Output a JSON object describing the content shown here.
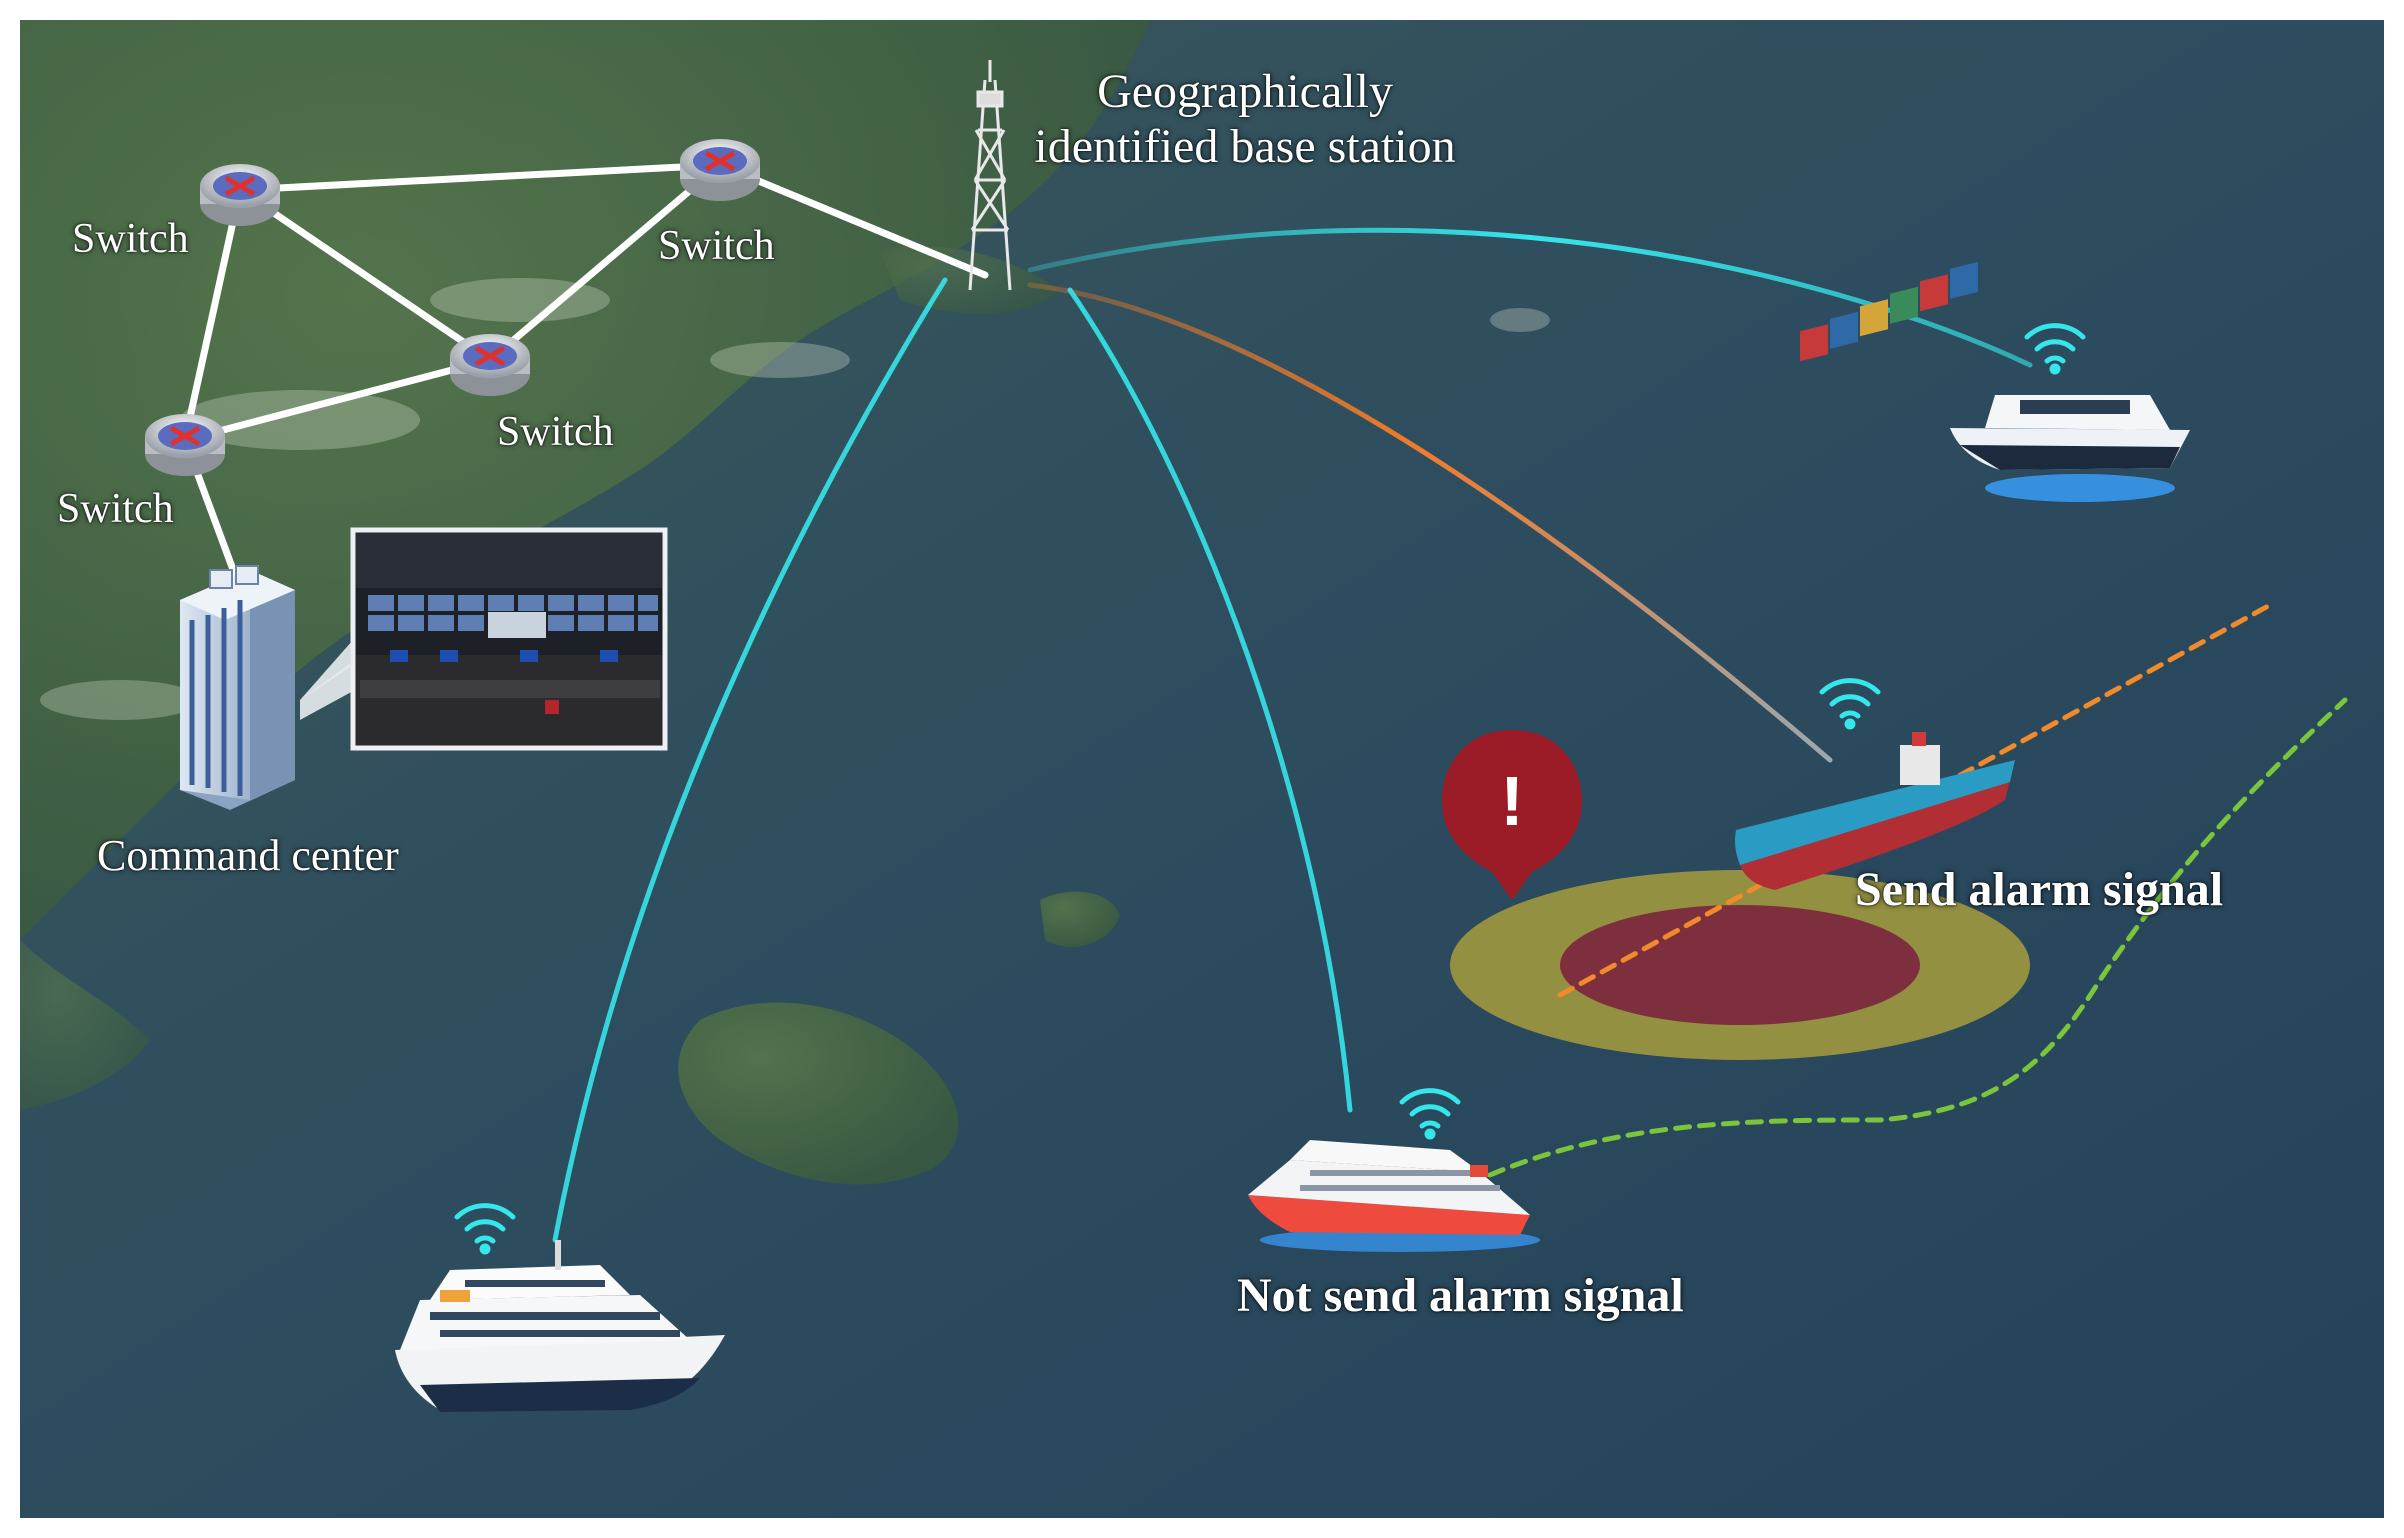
{
  "labels": {
    "switch_1": "Switch",
    "switch_2": "Switch",
    "switch_3": "Switch",
    "switch_4": "Switch",
    "base_station_line1": "Geographically",
    "base_station_line2": "identified base station",
    "command_center": "Command center",
    "send_alarm": "Send alarm signal",
    "not_send_alarm": "Not send alarm signal"
  },
  "alert_mark": "!",
  "colors": {
    "sea": "#2d4a5e",
    "land": "#3f5a3a",
    "link_cyan": "#35e6ea",
    "link_orange": "#f07a2a",
    "alert_red": "#9b1b26",
    "zone_outer": "#b8a83a",
    "zone_inner": "#7a1f3d",
    "route_green": "#7bc43c",
    "route_orange": "#f08a2a"
  },
  "icons": [
    "switch-icon",
    "tower-icon",
    "building-icon",
    "control-room-photo",
    "ship-icon",
    "wifi-icon",
    "alert-pin-icon"
  ]
}
